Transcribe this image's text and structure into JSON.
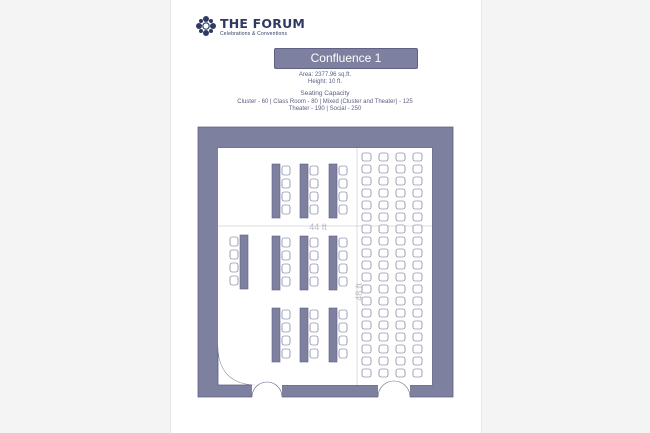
{
  "brand": {
    "name": "THE FORUM",
    "tagline": "Celebrations & Conventions"
  },
  "room": {
    "title": "Confluence 1",
    "area": "Area: 2377.96 sq.ft.",
    "height": "Height: 10 ft.",
    "capacity_title": "Seating Capacity",
    "capacity_line1": "Cluster - 60 | Class Room - 80 | Mixed (Cluster and Theater) - 125",
    "capacity_line2": "Theater - 190 | Social - 250"
  },
  "dimensions": {
    "width_label": "44 ft",
    "length_label": "48 ft"
  },
  "colors": {
    "wall": "#7e80a0",
    "wall_stroke": "#5e6085",
    "seat": "#ffffff",
    "seat_stroke": "#5e6085",
    "dimension_line": "#cfcfd6"
  }
}
